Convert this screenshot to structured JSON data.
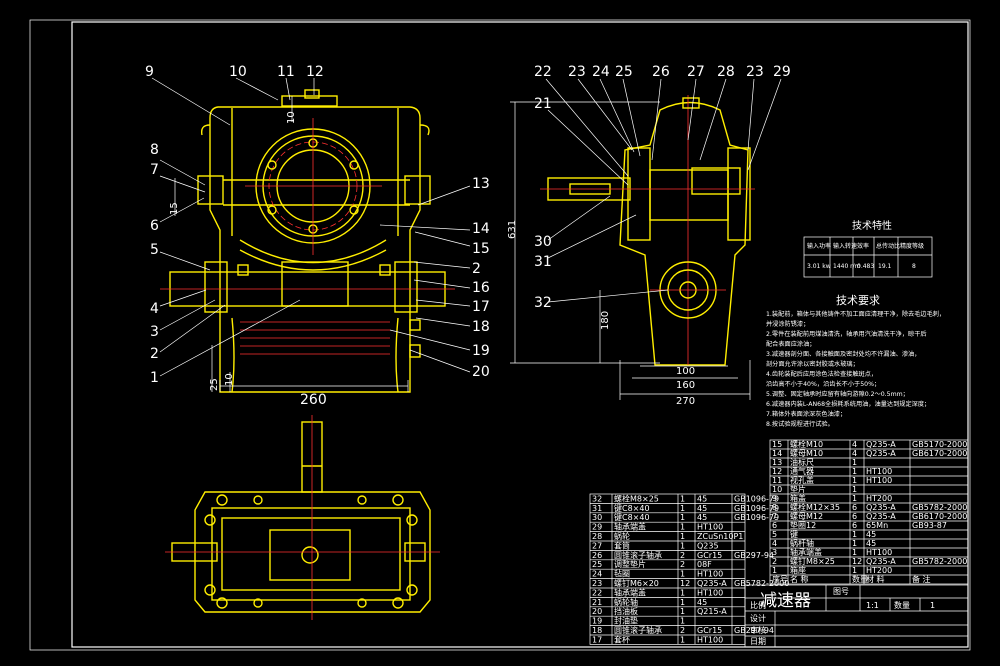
{
  "drawing": {
    "front_labels": [
      "9",
      "10",
      "11",
      "12",
      "8",
      "7",
      "6",
      "5",
      "4",
      "3",
      "2",
      "1",
      "13",
      "14",
      "15",
      "2",
      "16",
      "17",
      "18",
      "19",
      "20"
    ],
    "side_labels": [
      "22",
      "23",
      "24",
      "25",
      "26",
      "27",
      "28",
      "23",
      "29",
      "21",
      "30",
      "31",
      "32"
    ],
    "front_dims": {
      "d10_top": "10",
      "d15": "15",
      "d25": "25",
      "d10_bot": "10",
      "d260": "260"
    },
    "side_dims": {
      "d631": "631",
      "d180": "180",
      "d100": "100",
      "d160": "160",
      "d270": "270"
    }
  },
  "tech_char": {
    "title": "技术特性",
    "headers": [
      "输入功率",
      "输入转速",
      "效率",
      "总传动比",
      "精度等级"
    ],
    "values": [
      "3.01 kw",
      "1440 r/m",
      "0.483",
      "19.1",
      "8"
    ]
  },
  "tech_req": {
    "title": "技术要求",
    "lines": [
      "1.装配前，箱体与其他铸件不加工面应清理干净，除去毛边毛刺，",
      "  并浸涂防锈漆；",
      "2.零件在装配前用煤油清洗，轴承用汽油清洗干净，晾干后",
      "  配合表面应涂油；",
      "3.减速器剖分面、各接触面及密封处均不许漏油、渗油，",
      "  剖分面允许涂以密封胶或水玻璃；",
      "4.齿轮装配后应用涂色法检查接触斑点，",
      "  沿齿高不小于40%，沿齿长不小于50%；",
      "5.调整、固定轴承时应留有轴向游隙0.2～0.5mm；",
      "6.减速器内装L-AN68全损耗系统用油，油量达到规定深度；",
      "7.箱体外表面涂深灰色油漆；",
      "8.按试验规程进行试验。"
    ]
  },
  "bom_right": [
    {
      "no": "15",
      "name": "螺栓M10",
      "qty": "4",
      "mat": "Q235-A",
      "std": "GB5170-2000"
    },
    {
      "no": "14",
      "name": "螺母M10",
      "qty": "4",
      "mat": "Q235-A",
      "std": "GB6170-2000"
    },
    {
      "no": "13",
      "name": "油标尺",
      "qty": "1",
      "mat": "",
      "std": ""
    },
    {
      "no": "12",
      "name": "通气器",
      "qty": "1",
      "mat": "HT100",
      "std": ""
    },
    {
      "no": "11",
      "name": "视孔盖",
      "qty": "1",
      "mat": "HT100",
      "std": ""
    },
    {
      "no": "10",
      "name": "垫片",
      "qty": "1",
      "mat": "",
      "std": ""
    },
    {
      "no": "9",
      "name": "箱盖",
      "qty": "1",
      "mat": "HT200",
      "std": ""
    },
    {
      "no": "8",
      "name": "螺栓M12×35",
      "qty": "6",
      "mat": "Q235-A",
      "std": "GB5782-2000"
    },
    {
      "no": "7",
      "name": "螺母M12",
      "qty": "6",
      "mat": "Q235-A",
      "std": "GB6170-2000"
    },
    {
      "no": "6",
      "name": "垫圈12",
      "qty": "6",
      "mat": "65Mn",
      "std": "GB93-87"
    },
    {
      "no": "5",
      "name": "键",
      "qty": "1",
      "mat": "45",
      "std": ""
    },
    {
      "no": "4",
      "name": "蜗杆轴",
      "qty": "1",
      "mat": "45",
      "std": ""
    },
    {
      "no": "3",
      "name": "轴承端盖",
      "qty": "1",
      "mat": "HT100",
      "std": ""
    },
    {
      "no": "2",
      "name": "螺钉M8×25",
      "qty": "12",
      "mat": "Q235-A",
      "std": "GB5782-2000"
    },
    {
      "no": "1",
      "name": "箱座",
      "qty": "1",
      "mat": "HT200",
      "std": ""
    }
  ],
  "bom_right_header": [
    "序号",
    "名 称",
    "数量",
    "材 料",
    "备 注"
  ],
  "bom_left": [
    {
      "no": "32",
      "name": "螺栓M8×25",
      "qty": "1",
      "mat": "45",
      "std": "GB1096-79"
    },
    {
      "no": "31",
      "name": "键C8×40",
      "qty": "1",
      "mat": "45",
      "std": "GB1096-79"
    },
    {
      "no": "30",
      "name": "键C8×40",
      "qty": "1",
      "mat": "45",
      "std": "GB1096-79"
    },
    {
      "no": "29",
      "name": "轴承端盖",
      "qty": "1",
      "mat": "HT100",
      "std": ""
    },
    {
      "no": "28",
      "name": "蜗轮",
      "qty": "1",
      "mat": "ZCuSn10P1",
      "std": ""
    },
    {
      "no": "27",
      "name": "套筒",
      "qty": "1",
      "mat": "Q235",
      "std": ""
    },
    {
      "no": "26",
      "name": "圆锥滚子轴承",
      "qty": "2",
      "mat": "GCr15",
      "std": "GB297-94"
    },
    {
      "no": "25",
      "name": "调整垫片",
      "qty": "2",
      "mat": "08F",
      "std": ""
    },
    {
      "no": "24",
      "name": "毡圈",
      "qty": "1",
      "mat": "HT100",
      "std": ""
    },
    {
      "no": "23",
      "name": "螺钉M6×20",
      "qty": "12",
      "mat": "Q235-A",
      "std": "GB5782-2000"
    },
    {
      "no": "22",
      "name": "轴承端盖",
      "qty": "1",
      "mat": "HT100",
      "std": ""
    },
    {
      "no": "21",
      "name": "蜗轮轴",
      "qty": "1",
      "mat": "45",
      "std": ""
    },
    {
      "no": "20",
      "name": "挡油板",
      "qty": "1",
      "mat": "Q215-A",
      "std": ""
    },
    {
      "no": "19",
      "name": "封油垫",
      "qty": "1",
      "mat": "",
      "std": ""
    },
    {
      "no": "18",
      "name": "圆锥滚子轴承",
      "qty": "2",
      "mat": "GCr15",
      "std": "GB297-94"
    },
    {
      "no": "17",
      "name": "套杯",
      "qty": "1",
      "mat": "HT100",
      "std": ""
    }
  ],
  "title_block": {
    "title": "减速器",
    "fig_label": "图号",
    "scale_label": "比例",
    "scale": "1:1",
    "qty_label": "数量",
    "qty": "1",
    "rows": [
      "设计",
      "审核",
      "日期"
    ]
  }
}
